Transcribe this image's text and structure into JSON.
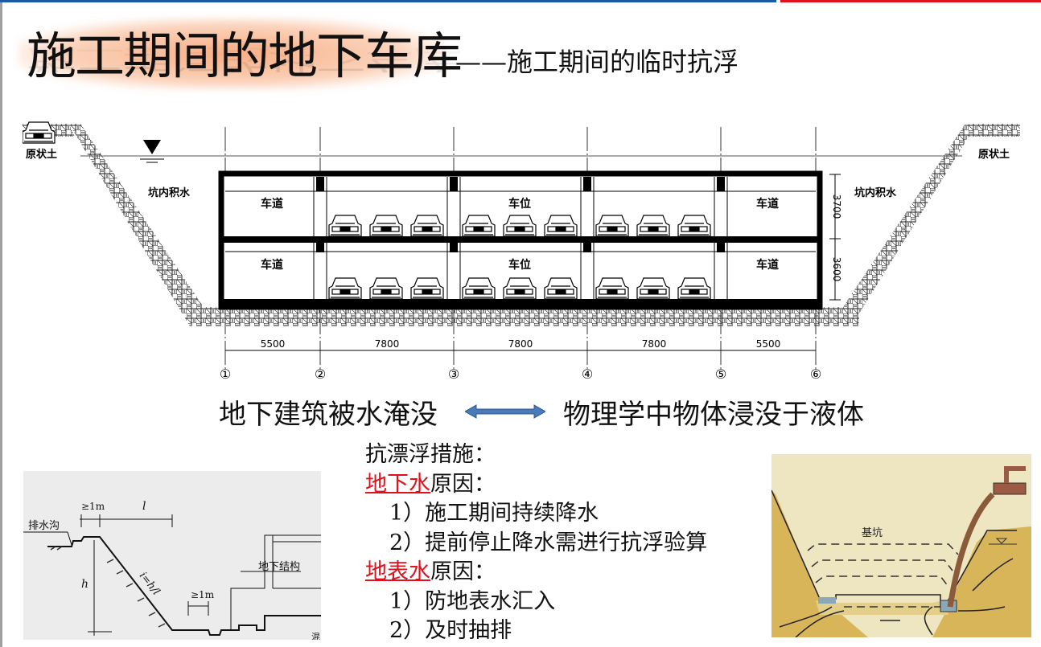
{
  "slide": {
    "title": "施工期间的地下车库",
    "subtitle": "——施工期间的临时抗浮",
    "colors": {
      "top_bar_blue": "#1a5aa6",
      "top_bar_red": "#e0101c",
      "title_glow": "#f6a06e",
      "highlight_red": "#e0101c",
      "arrow_blue": "#4a7ab8"
    }
  },
  "section_diagram": {
    "soil_label_left": "原状土",
    "soil_label_right": "原状土",
    "water_label_left": "坑内积水",
    "water_label_right": "坑内积水",
    "water_level_icon": "water-level-triangle",
    "floors": [
      {
        "left_label": "车道",
        "center_label": "车位",
        "right_label": "车道",
        "height": "3700"
      },
      {
        "left_label": "车道",
        "center_label": "车位",
        "right_label": "车道",
        "height": "3600"
      }
    ],
    "spans": [
      "5500",
      "7800",
      "7800",
      "7800",
      "5500"
    ],
    "axes": [
      "①",
      "②",
      "③",
      "④",
      "⑤",
      "⑥"
    ],
    "cars_per_bay": 3
  },
  "comparison": {
    "left": "地下建筑被水淹没",
    "right": "物理学中物体浸没于液体",
    "arrow_icon": "double-arrow"
  },
  "measures": {
    "heading": "抗漂浮措施：",
    "groups": [
      {
        "highlight": "地下水",
        "suffix": "原因：",
        "items": [
          "1）施工期间持续降水",
          "2）提前停止降水需进行抗浮验算"
        ]
      },
      {
        "highlight": "地表水",
        "suffix": "原因：",
        "items": [
          "1）防地表水汇入",
          "2）及时抽排"
        ]
      }
    ]
  },
  "slope_figure": {
    "drain_label": "排水沟",
    "berm_label_top": "≥1m",
    "length_label": "l",
    "height_label": "h",
    "slope_label": "i=h/l",
    "berm_label_bottom": "≥1m",
    "structure_label": "地下结构",
    "cut_label": "混"
  },
  "pit_figure": {
    "label": "基坑"
  }
}
